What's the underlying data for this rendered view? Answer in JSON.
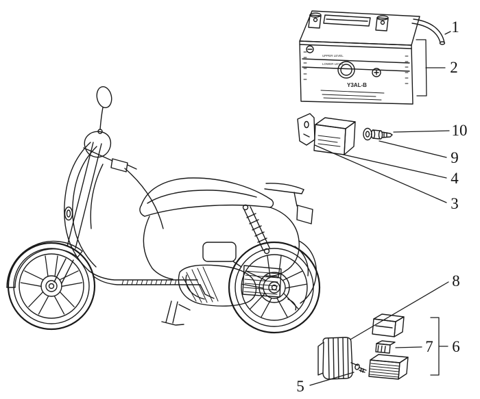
{
  "colors": {
    "ink": "#1a1a1a",
    "background": "#ffffff"
  },
  "callouts": {
    "c1": "1",
    "c2": "2",
    "c3": "3",
    "c4": "4",
    "c5": "5",
    "c6": "6",
    "c7": "7",
    "c8": "8",
    "c9": "9",
    "c10": "10"
  },
  "battery": {
    "upper_level": "UPPER LEVEL",
    "lower_level": "LOWER LEVEL",
    "model": "Y3AL-B"
  }
}
